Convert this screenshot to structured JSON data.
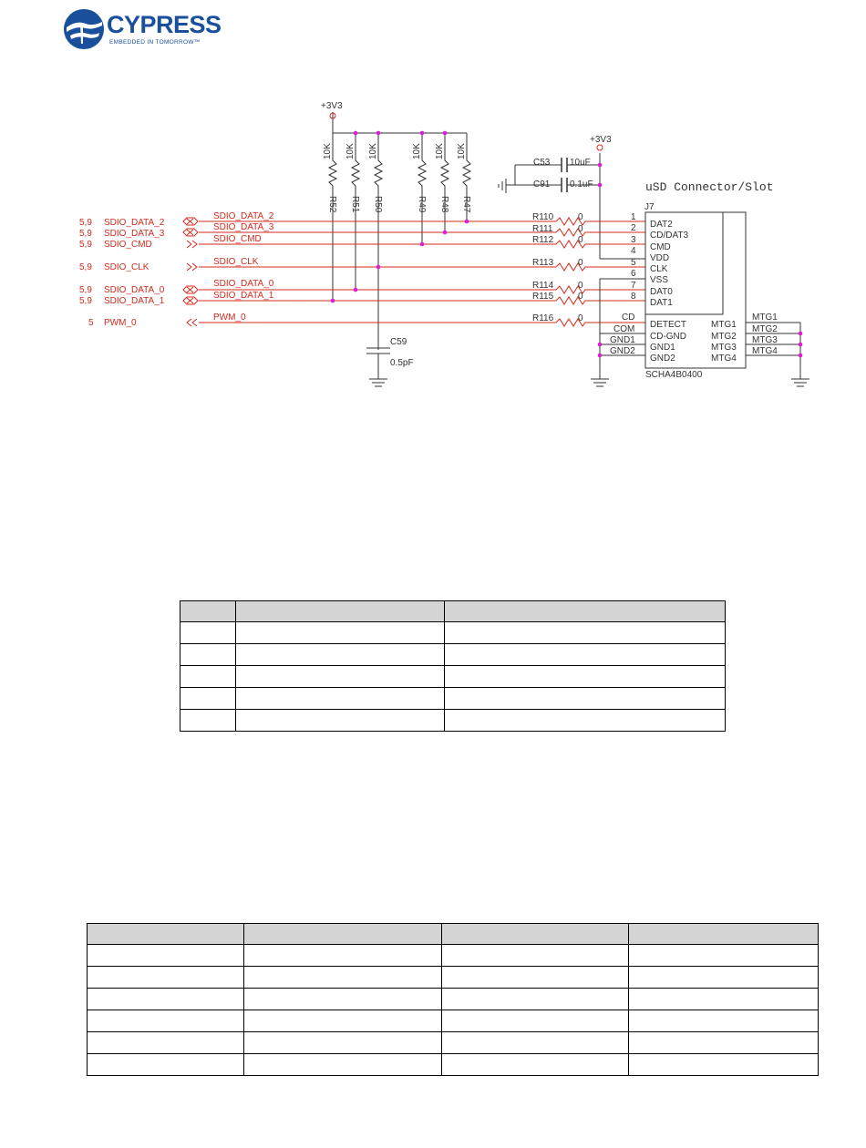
{
  "logo": {
    "brand": "CYPRESS",
    "tagline": "EMBEDDED IN TOMORROW™"
  },
  "colors": {
    "net_red": "#d42a1e",
    "junction": "#e01ad8",
    "wire": "#333333",
    "logo_blue": "#1a4f9c",
    "table_header": "#d4d4d4"
  },
  "schematic": {
    "power_left": "+3V3",
    "power_right": "+3V3",
    "connector_title": "uSD Connector/Slot",
    "connector_ref": "J7",
    "connector_part": "SCHA4B0400",
    "pullups": [
      {
        "ref": "R52",
        "value": "10K"
      },
      {
        "ref": "R51",
        "value": "10K"
      },
      {
        "ref": "R50",
        "value": "10K"
      },
      {
        "ref": "R49",
        "value": "10K"
      },
      {
        "ref": "R48",
        "value": "10K"
      },
      {
        "ref": "R47",
        "value": "10K"
      }
    ],
    "caps": [
      {
        "ref": "C53",
        "value": "10uF"
      },
      {
        "ref": "C91",
        "value": "0.1uF"
      },
      {
        "ref": "C59",
        "value": "0.5pF"
      }
    ],
    "offpage": [
      {
        "sheet": "5,9",
        "name": "SDIO_DATA_2"
      },
      {
        "sheet": "5,9",
        "name": "SDIO_DATA_3"
      },
      {
        "sheet": "5,9",
        "name": "SDIO_CMD"
      },
      {
        "sheet": "5,9",
        "name": "SDIO_CLK"
      },
      {
        "sheet": "5,9",
        "name": "SDIO_DATA_0"
      },
      {
        "sheet": "5,9",
        "name": "SDIO_DATA_1"
      },
      {
        "sheet": "5",
        "name": "PWM_0"
      }
    ],
    "net_labels": [
      "SDIO_DATA_2",
      "SDIO_DATA_3",
      "SDIO_CMD",
      "SDIO_CLK",
      "SDIO_DATA_0",
      "SDIO_DATA_1",
      "PWM_0"
    ],
    "series": [
      {
        "ref": "R110",
        "value": "0"
      },
      {
        "ref": "R111",
        "value": "0"
      },
      {
        "ref": "R112",
        "value": "0"
      },
      {
        "ref": "R113",
        "value": "0"
      },
      {
        "ref": "R114",
        "value": "0"
      },
      {
        "ref": "R115",
        "value": "0"
      },
      {
        "ref": "R116",
        "value": "0"
      }
    ],
    "pins": [
      {
        "num": "1",
        "name": "DAT2"
      },
      {
        "num": "2",
        "name": "CD/DAT3"
      },
      {
        "num": "3",
        "name": "CMD"
      },
      {
        "num": "4",
        "name": "VDD"
      },
      {
        "num": "5",
        "name": "CLK"
      },
      {
        "num": "6",
        "name": "VSS"
      },
      {
        "num": "7",
        "name": "DAT0"
      },
      {
        "num": "8",
        "name": "DAT1"
      }
    ],
    "bottom_pins": [
      {
        "ext": "CD",
        "name": "DETECT"
      },
      {
        "ext": "COM",
        "name": "CD-GND"
      },
      {
        "ext": "GND1",
        "name": "GND1"
      },
      {
        "ext": "GND2",
        "name": "GND2"
      }
    ],
    "mtg_in": [
      "MTG1",
      "MTG2",
      "MTG3",
      "MTG4"
    ],
    "mtg_out": [
      "MTG1",
      "MTG2",
      "MTG3",
      "MTG4"
    ]
  }
}
